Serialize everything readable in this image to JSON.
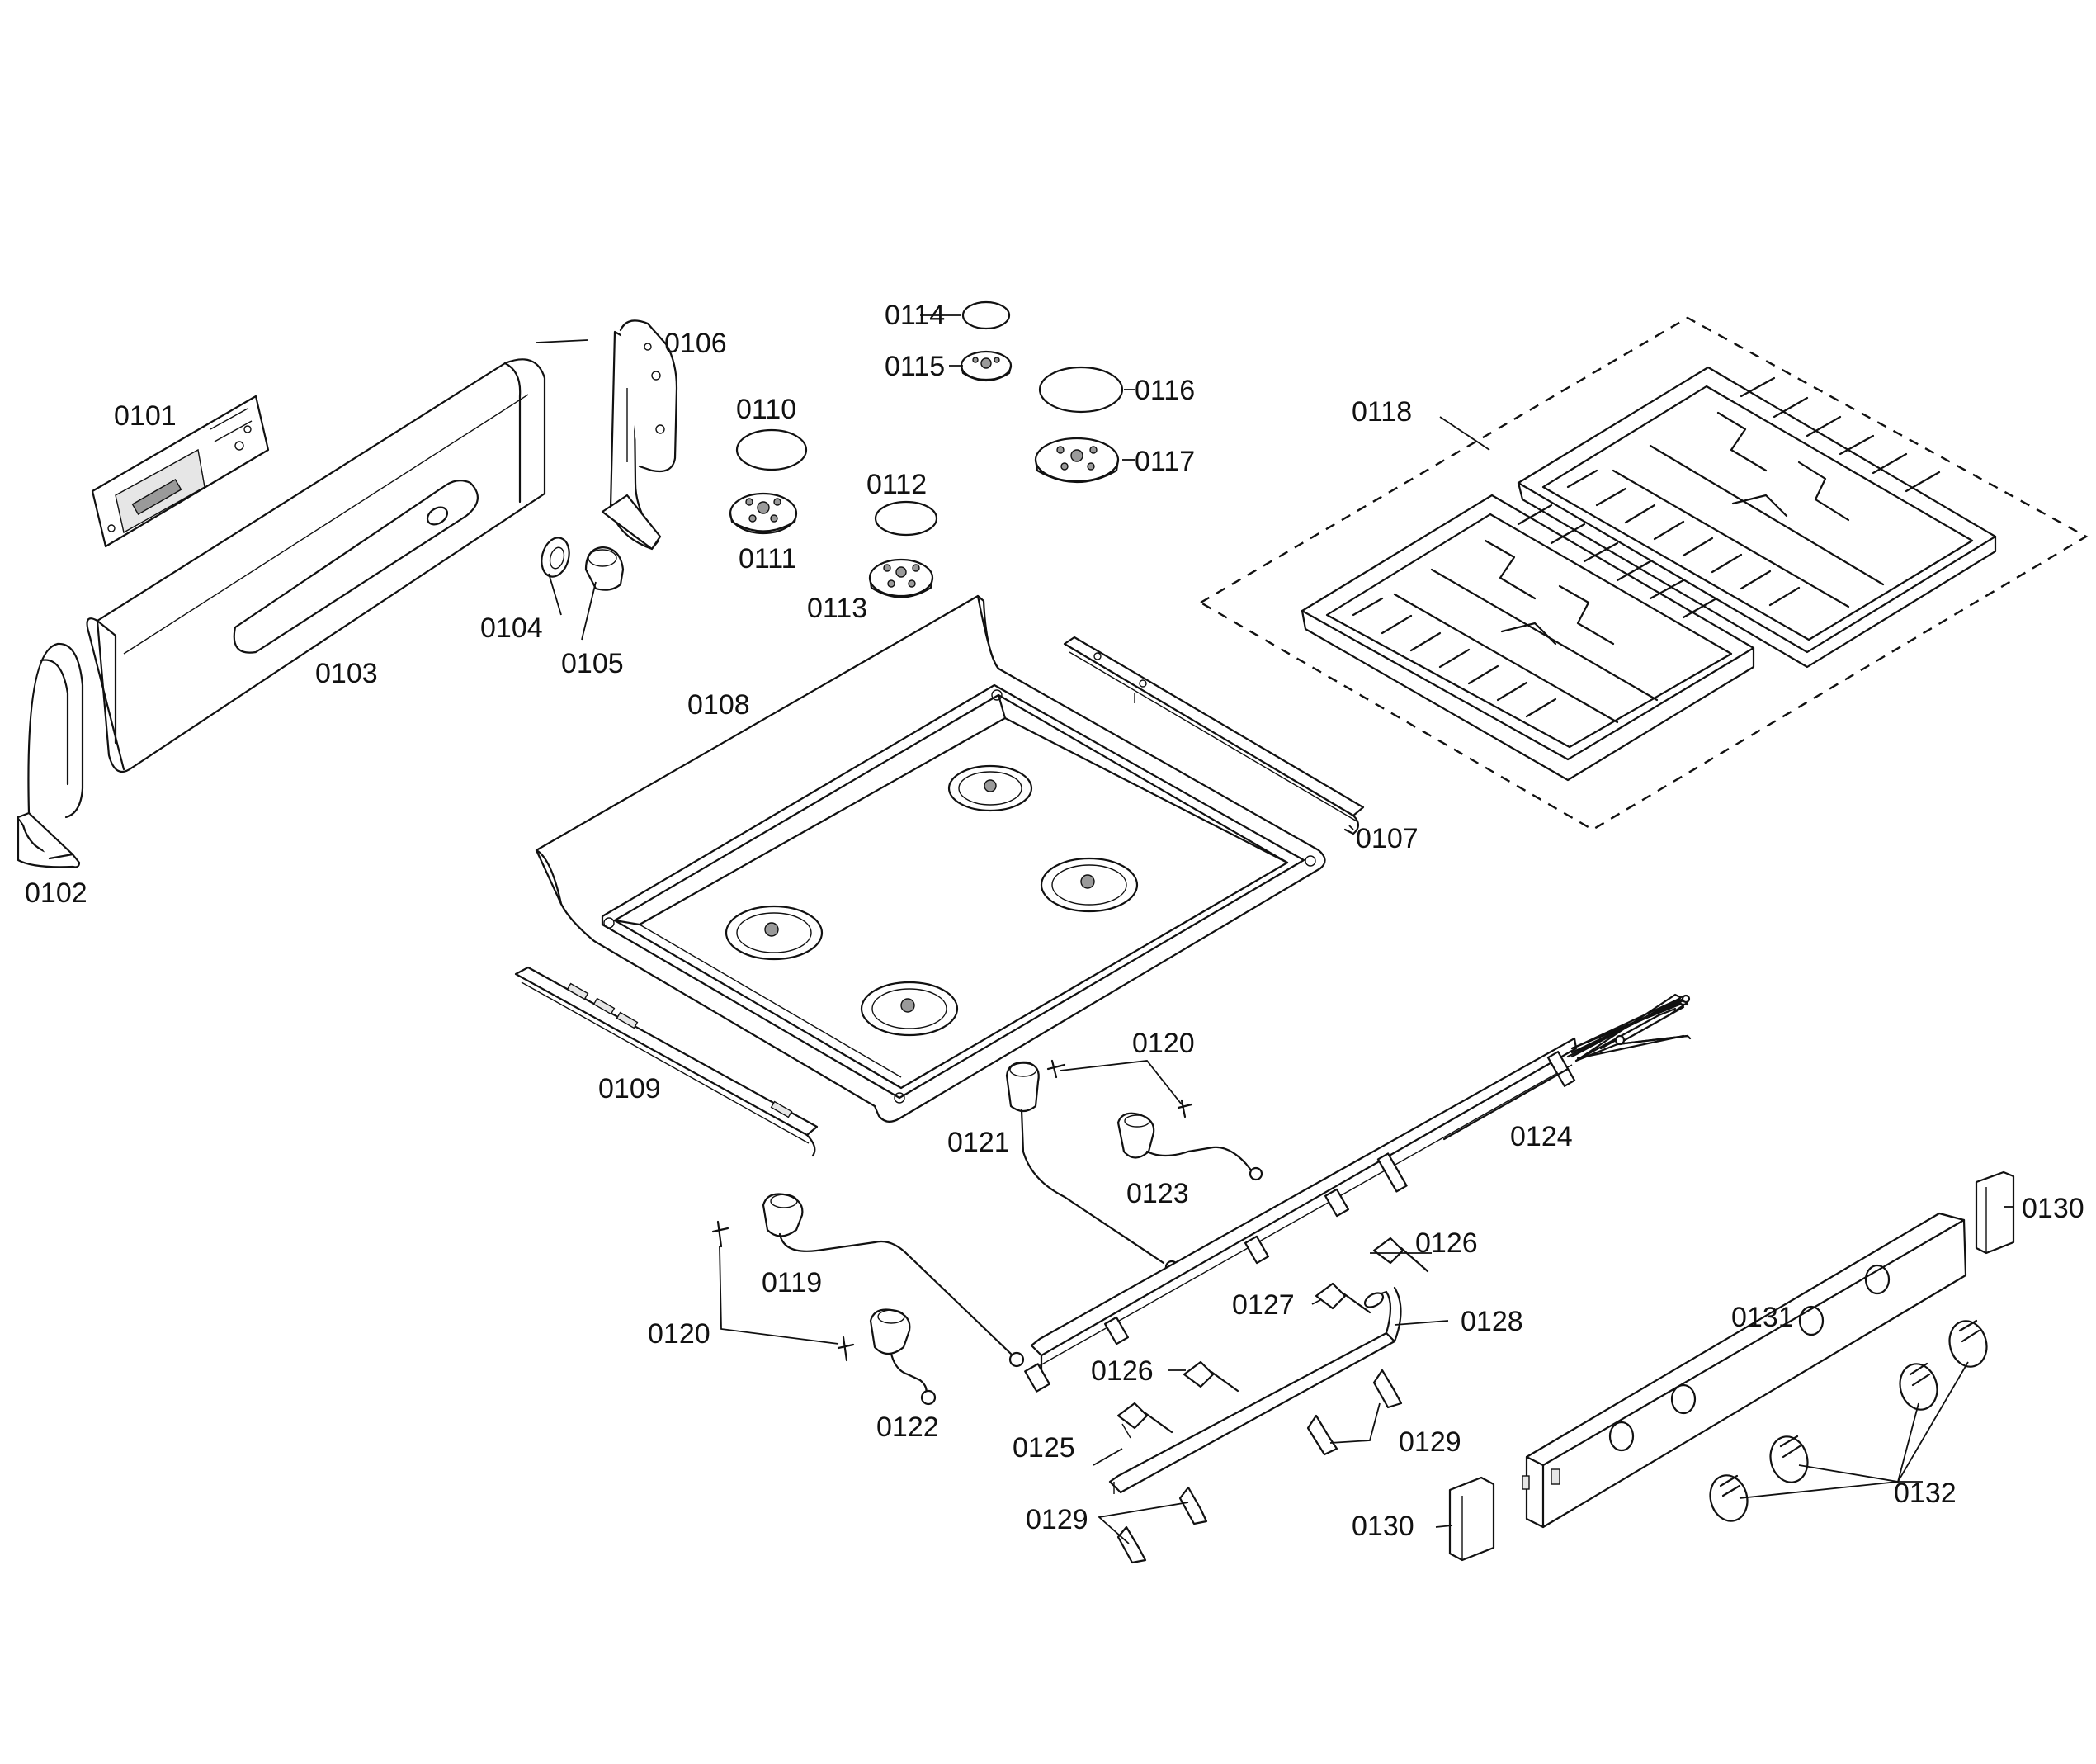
{
  "callouts": {
    "c0101": "0101",
    "c0102": "0102",
    "c0103": "0103",
    "c0104": "0104",
    "c0105": "0105",
    "c0106": "0106",
    "c0107": "0107",
    "c0108": "0108",
    "c0109": "0109",
    "c0110": "0110",
    "c0111": "0111",
    "c0112": "0112",
    "c0113": "0113",
    "c0114": "0114",
    "c0115": "0115",
    "c0116": "0116",
    "c0117": "0117",
    "c0118": "0118",
    "c0119": "0119",
    "c0120": "0120",
    "c0121": "0121",
    "c0122": "0122",
    "c0123": "0123",
    "c0124": "0124",
    "c0125": "0125",
    "c0126": "0126",
    "c0127": "0127",
    "c0128": "0128",
    "c0129": "0129",
    "c0130": "0130",
    "c0131": "0131",
    "c0132": "0132"
  }
}
